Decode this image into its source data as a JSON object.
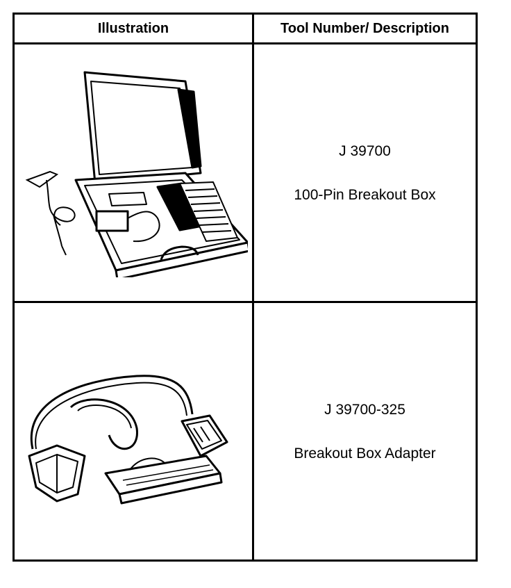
{
  "table": {
    "headers": {
      "illustration": "Illustration",
      "tool": "Tool Number/ Description"
    },
    "rows": [
      {
        "tool_number": "J 39700",
        "description": "100-Pin Breakout Box",
        "illustration_icon": "breakout-box-case-icon"
      },
      {
        "tool_number": "J 39700-325",
        "description": "Breakout Box Adapter",
        "illustration_icon": "adapter-cable-icon"
      }
    ]
  }
}
